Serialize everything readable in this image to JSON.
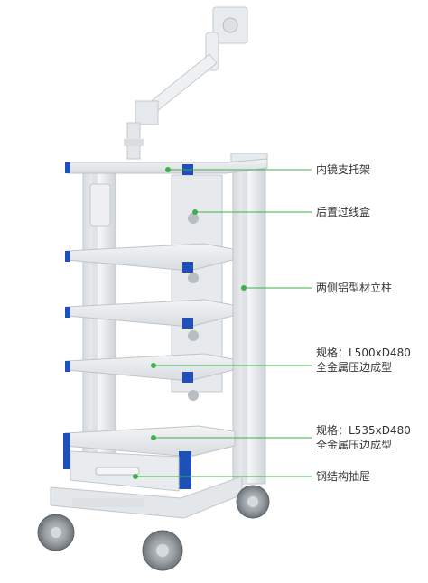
{
  "callouts": [
    {
      "id": "endoscope-shelf",
      "lines": [
        "内镜支托架"
      ]
    },
    {
      "id": "cable-box",
      "lines": [
        "后置过线盒"
      ]
    },
    {
      "id": "aluminum-columns",
      "lines": [
        "两侧铝型材立柱"
      ]
    },
    {
      "id": "shelf-spec-small",
      "lines": [
        "规格：L500xD480",
        "全金属压边成型"
      ]
    },
    {
      "id": "shelf-spec-large",
      "lines": [
        "规格：L535xD480",
        "全金属压边成型"
      ]
    },
    {
      "id": "steel-drawer",
      "lines": [
        "钢结构抽屉"
      ]
    }
  ],
  "colors": {
    "leader_line": "#3bb04a",
    "leader_dot": "#3bb04a",
    "frame": "#e6e9ec",
    "frame_shadow": "#c9ced3",
    "accent_blue": "#1f4fb8",
    "wheel_gray": "#8a8f94",
    "text": "#333333"
  }
}
